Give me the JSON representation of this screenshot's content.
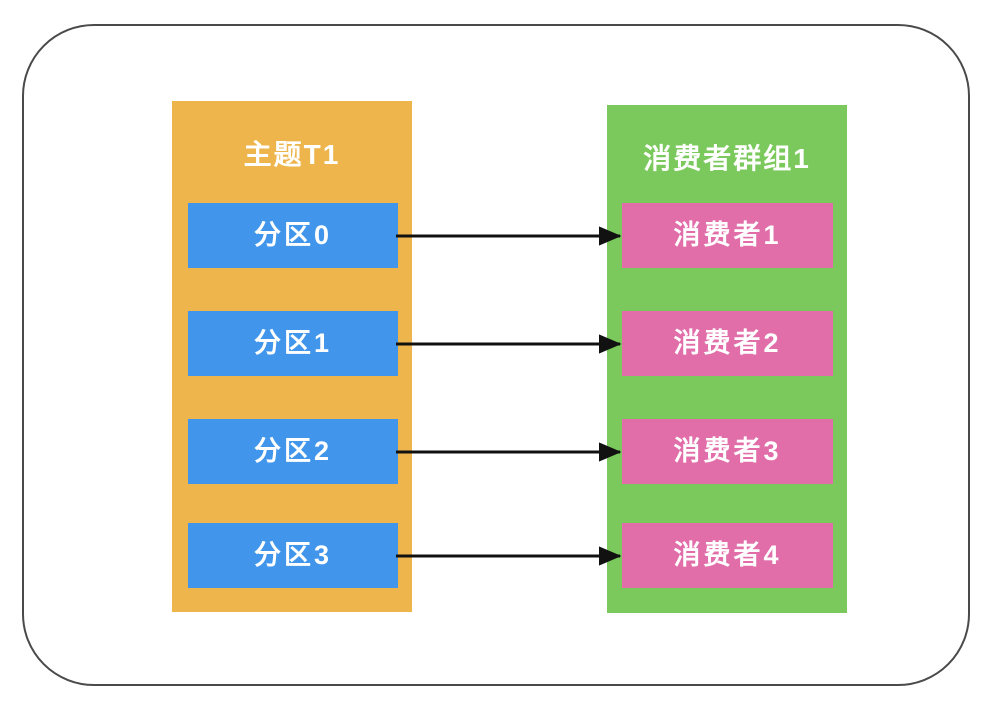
{
  "topic": {
    "title": "主题T1",
    "partitions": [
      {
        "label": "分区0"
      },
      {
        "label": "分区1"
      },
      {
        "label": "分区2"
      },
      {
        "label": "分区3"
      }
    ]
  },
  "consumer_group": {
    "title": "消费者群组1",
    "consumers": [
      {
        "label": "消费者1"
      },
      {
        "label": "消费者2"
      },
      {
        "label": "消费者3"
      },
      {
        "label": "消费者4"
      }
    ]
  },
  "connections": [
    {
      "from": "分区0",
      "to": "消费者1"
    },
    {
      "from": "分区1",
      "to": "消费者2"
    },
    {
      "from": "分区2",
      "to": "消费者3"
    },
    {
      "from": "分区3",
      "to": "消费者4"
    }
  ],
  "colors": {
    "topic_container": "#EDB54B",
    "partition_box": "#4196EC",
    "group_container": "#7BC95C",
    "consumer_box": "#E16DA9",
    "arrow": "#111111",
    "frame_border": "#4a4a4a",
    "text": "#FFFFFF",
    "background": "#FFFFFF"
  }
}
